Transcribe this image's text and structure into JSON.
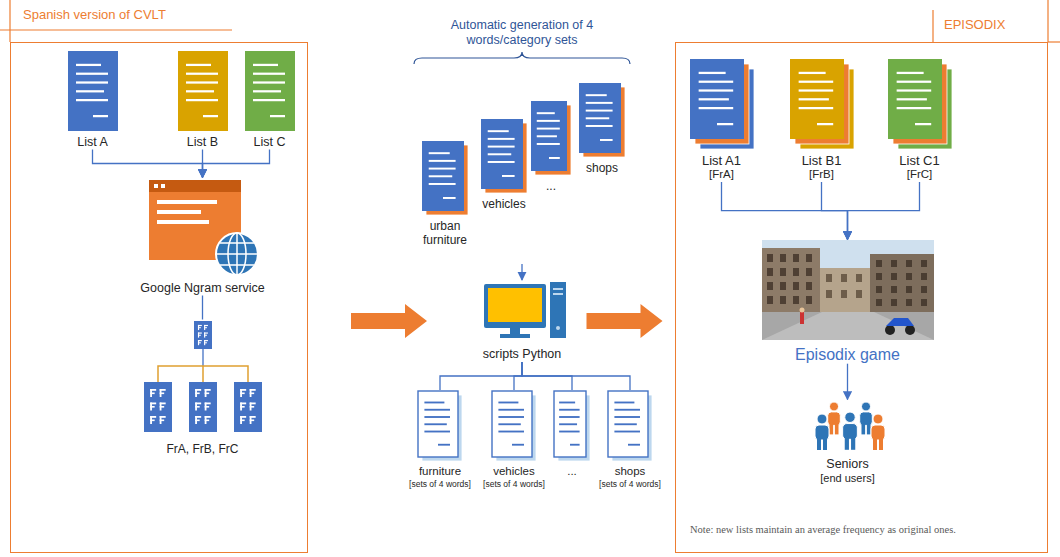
{
  "diagram": {
    "nodes": [
      {
        "text": [
          "Spanish version of CVLT"
        ]
      },
      {
        "text": [
          "List A"
        ],
        "in": 0
      },
      {
        "text": [
          "List B"
        ],
        "in": 0
      },
      {
        "text": [
          "List C"
        ],
        "in": 0
      },
      {
        "text": [
          "Google Ngram service"
        ],
        "in": 0
      },
      {
        "text": [
          "FrA, FrB, FrC"
        ],
        "in": 0
      },
      {
        "text": [
          "Automatic generation of 4 words/category sets"
        ]
      },
      {
        "text": [
          "urban furniture"
        ],
        "in": 6
      },
      {
        "text": [
          "vehicles"
        ],
        "in": 6
      },
      {
        "text": [
          "..."
        ],
        "in": 6
      },
      {
        "text": [
          "shops"
        ],
        "in": 6
      },
      {
        "text": [
          "scripts Python"
        ]
      },
      {
        "text": [
          "furniture",
          "[sets of 4 words]"
        ]
      },
      {
        "text": [
          "vehicles",
          "[sets of 4 words]"
        ]
      },
      {
        "text": [
          "..."
        ]
      },
      {
        "text": [
          "shops",
          "[sets of 4 words]"
        ]
      },
      {
        "text": [
          "EPISODIX"
        ]
      },
      {
        "text": [
          "List A1",
          "[FrA]"
        ],
        "in": 16
      },
      {
        "text": [
          "List B1",
          "[FrB]"
        ],
        "in": 16
      },
      {
        "text": [
          "List C1",
          "[FrC]"
        ],
        "in": 16
      },
      {
        "text": [
          "Episodix game"
        ],
        "in": 16
      },
      {
        "text": [
          "Seniors",
          "[end users]"
        ],
        "in": 16
      }
    ],
    "edges": [
      {
        "from": 1,
        "to": 4,
        "arrow": "to"
      },
      {
        "from": 2,
        "to": 4,
        "arrow": "to"
      },
      {
        "from": 3,
        "to": 4,
        "arrow": "to"
      },
      {
        "from": 4,
        "to": 5,
        "arrow": "none"
      },
      {
        "from": 0,
        "to": 11,
        "arrow": "to"
      },
      {
        "from": 6,
        "to": 11,
        "arrow": "to"
      },
      {
        "from": 11,
        "to": 12,
        "arrow": "none"
      },
      {
        "from": 11,
        "to": 13,
        "arrow": "none"
      },
      {
        "from": 11,
        "to": 14,
        "arrow": "none"
      },
      {
        "from": 11,
        "to": 15,
        "arrow": "none"
      },
      {
        "from": 11,
        "to": 16,
        "arrow": "to"
      },
      {
        "from": 17,
        "to": 20,
        "arrow": "to"
      },
      {
        "from": 18,
        "to": 20,
        "arrow": "to"
      },
      {
        "from": 19,
        "to": 20,
        "arrow": "to"
      },
      {
        "from": 20,
        "to": 21,
        "arrow": "to"
      }
    ],
    "labels": [
      "Note: new lists maintain an average frequency as original ones."
    ]
  }
}
